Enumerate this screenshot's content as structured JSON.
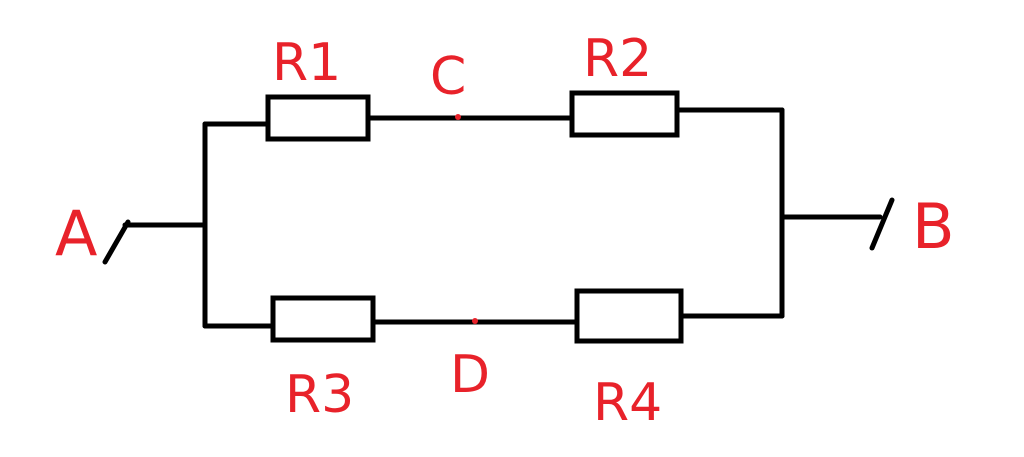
{
  "diagram": {
    "type": "circuit",
    "terminals": {
      "left": "A",
      "right": "B"
    },
    "resistors": {
      "r1": "R1",
      "r2": "R2",
      "r3": "R3",
      "r4": "R4"
    },
    "nodes": {
      "top": "C",
      "bottom": "D"
    },
    "colors": {
      "wire": "#000000",
      "label": "#e8222a",
      "background": "#ffffff"
    }
  }
}
